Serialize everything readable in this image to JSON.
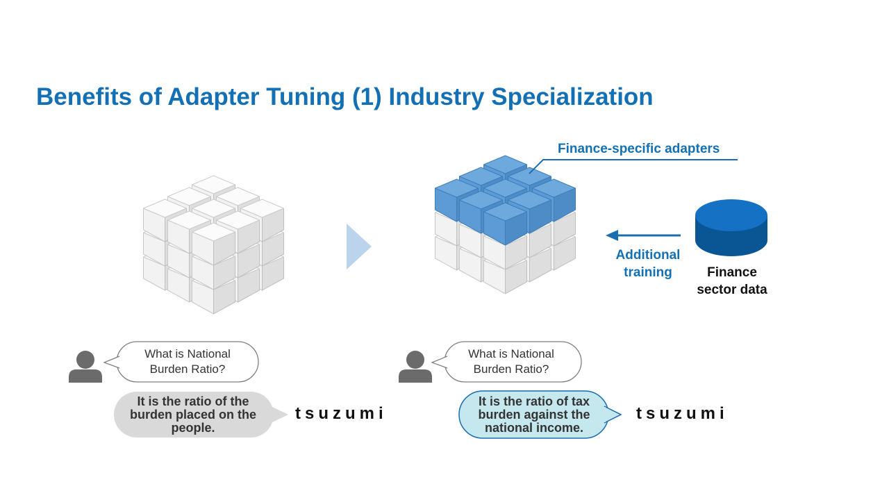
{
  "slide": {
    "title": "Benefits of Adapter Tuning (1) Industry Specialization"
  },
  "right_diagram": {
    "adapter_label": "Finance-specific adapters",
    "training_label": "Additional training",
    "data_source_label": "Finance sector data"
  },
  "left_chat": {
    "question": "What is National Burden Ratio?",
    "answer": "It is the ratio of the burden placed on the people.",
    "brand": "tsuzumi"
  },
  "right_chat": {
    "question": "What is National Burden Ratio?",
    "answer": "It is the ratio of tax burden against the national income.",
    "brand": "tsuzumi"
  },
  "colors": {
    "title": "#1470b4",
    "adapter_top": "#6da9dd",
    "adapter_left": "#5c9bd5",
    "adapter_right": "#4d8cc6",
    "database": "#0b5fa5",
    "arrow": "#1a6db0",
    "chevron": "#bcd3ee",
    "user_icon": "#6b6b6b",
    "answer_bubble_left": "#d9d9d9",
    "answer_bubble_right": "#c5e8ee"
  }
}
